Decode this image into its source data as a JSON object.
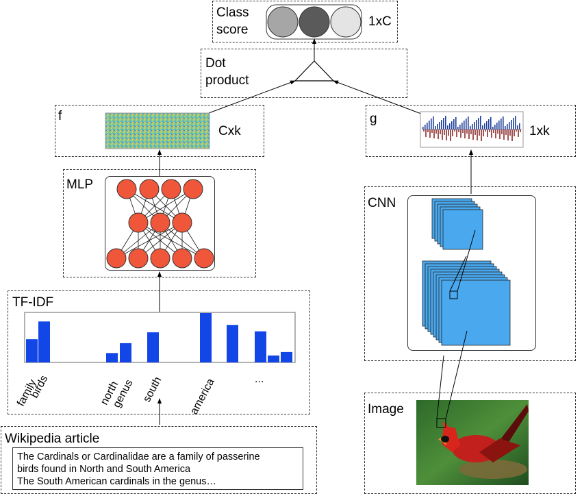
{
  "class_score": {
    "label_line1": "Class",
    "label_line2": "score",
    "dim": "1xC",
    "circle_colors": [
      "#a6a6a6",
      "#5a5a5a",
      "#e4e4e4"
    ]
  },
  "dot_product": {
    "label_line1": "Dot",
    "label_line2": "product"
  },
  "f_block": {
    "label": "f",
    "dim": "Cxk"
  },
  "g_block": {
    "label": "g",
    "dim": "1xk"
  },
  "mlp": {
    "label": "MLP",
    "node_color": "#f0563a"
  },
  "tfidf": {
    "label": "TF-IDF",
    "bar_color": "#1346e6",
    "bar_values": [
      0.47,
      0.83,
      0.19,
      0.39,
      0.61,
      1.0,
      0.76,
      0.63,
      0.14,
      0.21
    ],
    "words": [
      "family",
      "birds",
      "north",
      "genus",
      "south",
      "america",
      "..."
    ]
  },
  "wikipedia": {
    "label": "Wikipedia article",
    "lines": [
      "The Cardinals or Cardinalidae are a family of  passerine",
      "birds found in North and South America",
      "The South American cardinals in the genus…"
    ]
  },
  "cnn": {
    "label": "CNN",
    "layer_color": "#4aa8ee"
  },
  "image": {
    "label": "Image"
  }
}
